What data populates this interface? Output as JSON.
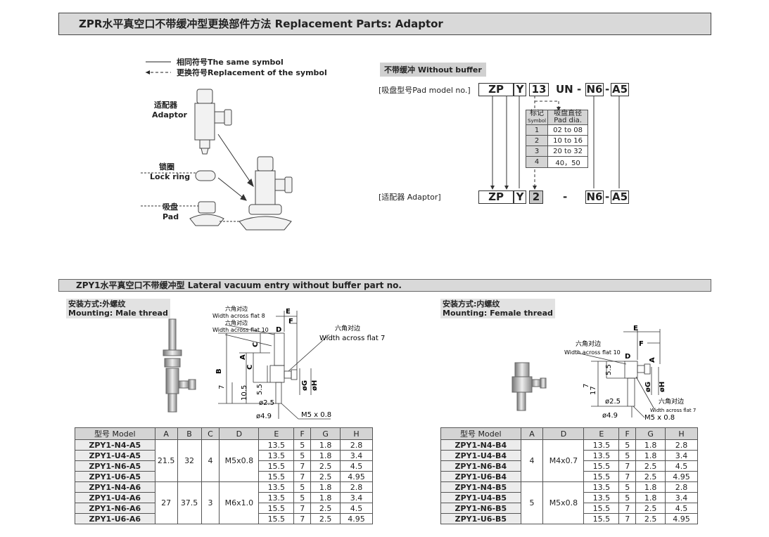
{
  "header": {
    "title": "ZPR水平真空口不带缓冲型更换部件方法 Replacement Parts: Adaptor"
  },
  "legend": {
    "same": "相同符号The same symbol",
    "replace": "更换符号Replacement of the symbol"
  },
  "parts": {
    "adaptor_cn": "适配器",
    "adaptor_en": "Adaptor",
    "lockring_cn": "锁圈",
    "lockring_en": "Lock ring",
    "pad_cn": "吸盘",
    "pad_en": "Pad"
  },
  "ordering": {
    "tag": "不带缓冲 Without buffer",
    "pad_model_label": "[吸盘型号Pad model no.]",
    "adaptor_label": "[适配器 Adaptor]",
    "pad_code": {
      "zp": "ZP",
      "y": "Y",
      "size": "13",
      "un": "UN",
      "dash1": "-",
      "n6": "N6",
      "dash2": "-",
      "a5": "A5"
    },
    "adaptor_code": {
      "zp": "ZP",
      "y": "Y",
      "size": "2",
      "dash": "-",
      "n6": "N6",
      "dash2": "-",
      "a5": "A5"
    },
    "symbol_table": {
      "h1_cn": "标记",
      "h1_en": "Symbol",
      "h2_cn": "吸盘直径",
      "h2_en": "Pad dia.",
      "rows": [
        {
          "sym": "1",
          "dia": "02 to 08"
        },
        {
          "sym": "2",
          "dia": "10 to 16"
        },
        {
          "sym": "3",
          "dia": "20 to 32"
        },
        {
          "sym": "4",
          "dia": "40，50"
        }
      ]
    }
  },
  "section2": {
    "title": "ZPY1水平真空口不带缓冲型 Lateral vacuum entry without buffer part no."
  },
  "male": {
    "mount_cn": "安装方式:外螺纹",
    "mount_en": "Mounting: Male thread",
    "dims": {
      "hex8_cn": "六角对边",
      "hex8_en": "Width across flat 8",
      "hex10_cn": "六角对边",
      "hex10_en": "Width across flat 10",
      "hex7_cn": "六角对边",
      "hex7_en": "Width across flat 7",
      "E": "E",
      "F": "F",
      "D": "D",
      "C1": "C",
      "C2": "C",
      "A": "A",
      "B": "B",
      "G": "øG",
      "H": "øH",
      "d7": "7",
      "d105": "10.5",
      "d55": "5.5",
      "d25": "ø2.5",
      "d49": "ø4.9",
      "m5": "M5 x 0.8"
    },
    "table": {
      "headers": [
        "型号 Model",
        "A",
        "B",
        "C",
        "D",
        "E",
        "F",
        "G",
        "H"
      ],
      "groups": [
        {
          "A": "21.5",
          "B": "32",
          "C": "4",
          "D": "M5x0.8",
          "rows": [
            {
              "model": "ZPY1-N4-A5",
              "E": "13.5",
              "F": "5",
              "G": "1.8",
              "H": "2.8"
            },
            {
              "model": "ZPY1-U4-A5",
              "E": "13.5",
              "F": "5",
              "G": "1.8",
              "H": "3.4"
            },
            {
              "model": "ZPY1-N6-A5",
              "E": "15.5",
              "F": "7",
              "G": "2.5",
              "H": "4.5"
            },
            {
              "model": "ZPY1-U6-A5",
              "E": "15.5",
              "F": "7",
              "G": "2.5",
              "H": "4.95"
            }
          ]
        },
        {
          "A": "27",
          "B": "37.5",
          "C": "3",
          "D": "M6x1.0",
          "rows": [
            {
              "model": "ZPY1-N4-A6",
              "E": "13.5",
              "F": "5",
              "G": "1.8",
              "H": "2.8"
            },
            {
              "model": "ZPY1-U4-A6",
              "E": "13.5",
              "F": "5",
              "G": "1.8",
              "H": "3.4"
            },
            {
              "model": "ZPY1-N6-A6",
              "E": "15.5",
              "F": "7",
              "G": "2.5",
              "H": "4.5"
            },
            {
              "model": "ZPY1-U6-A6",
              "E": "15.5",
              "F": "7",
              "G": "2.5",
              "H": "4.95"
            }
          ]
        }
      ]
    }
  },
  "female": {
    "mount_cn": "安装方式:内螺纹",
    "mount_en": "Mounting: Female thread",
    "dims": {
      "hex10_cn": "六角对边",
      "hex10_en": "Width across flat 10",
      "hex7_cn": "六角对边",
      "hex7_en": "Width across flat 7",
      "E": "E",
      "F": "F",
      "D": "D",
      "A": "A",
      "d55": "5.5",
      "d7": "7",
      "d17": "17",
      "G": "øG",
      "H": "øH",
      "d25": "ø2.5",
      "d49": "ø4.9",
      "m5": "M5 x 0.8"
    },
    "table": {
      "headers": [
        "型号 Model",
        "A",
        "D",
        "E",
        "F",
        "G",
        "H"
      ],
      "groups": [
        {
          "A": "4",
          "D": "M4x0.7",
          "rows": [
            {
              "model": "ZPY1-N4-B4",
              "E": "13.5",
              "F": "5",
              "G": "1.8",
              "H": "2.8"
            },
            {
              "model": "ZPY1-U4-B4",
              "E": "13.5",
              "F": "5",
              "G": "1.8",
              "H": "3.4"
            },
            {
              "model": "ZPY1-N6-B4",
              "E": "15.5",
              "F": "7",
              "G": "2.5",
              "H": "4.5"
            },
            {
              "model": "ZPY1-U6-B4",
              "E": "15.5",
              "F": "7",
              "G": "2.5",
              "H": "4.95"
            }
          ]
        },
        {
          "A": "5",
          "D": "M5x0.8",
          "rows": [
            {
              "model": "ZPY1-N4-B5",
              "E": "13.5",
              "F": "5",
              "G": "1.8",
              "H": "2.8"
            },
            {
              "model": "ZPY1-U4-B5",
              "E": "13.5",
              "F": "5",
              "G": "1.8",
              "H": "3.4"
            },
            {
              "model": "ZPY1-N6-B5",
              "E": "15.5",
              "F": "7",
              "G": "2.5",
              "H": "4.5"
            },
            {
              "model": "ZPY1-U6-B5",
              "E": "15.5",
              "F": "7",
              "G": "2.5",
              "H": "4.95"
            }
          ]
        }
      ]
    }
  }
}
